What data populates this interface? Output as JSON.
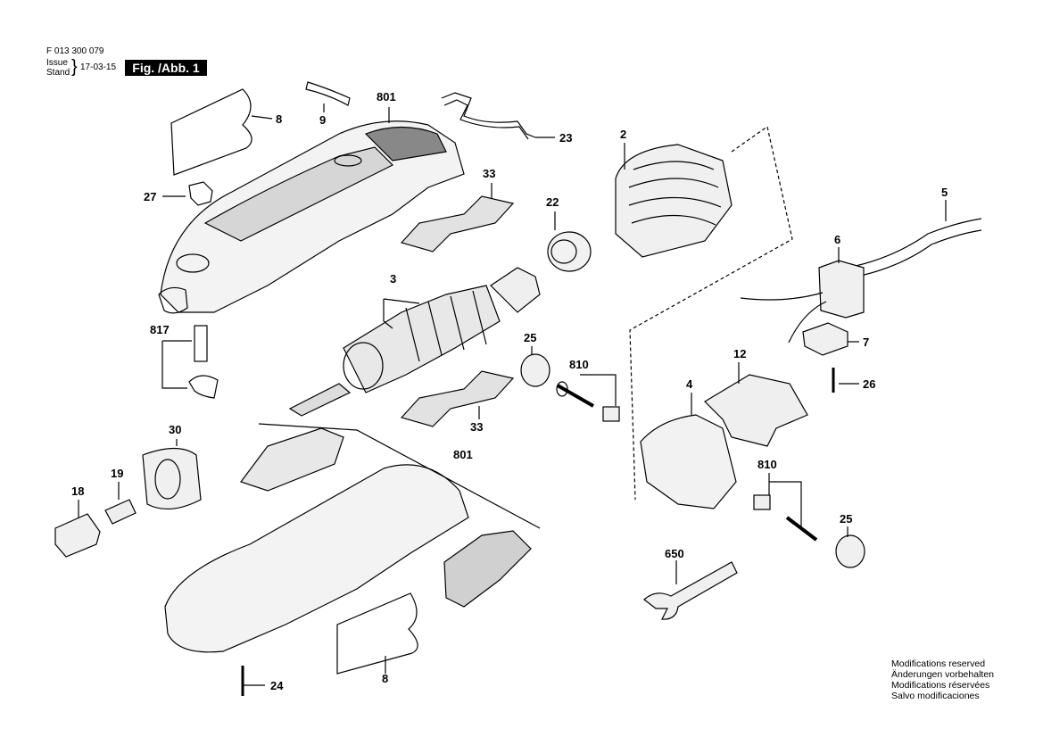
{
  "header": {
    "part_number": "F 013 300 079",
    "issue_label": "Issue",
    "stand_label": "Stand",
    "date": "17-03-15",
    "figure": "Fig. /Abb. 1"
  },
  "notes": [
    "Modifications reserved",
    "Änderungen vorbehalten",
    "Modifications réservées",
    "Salvo modificaciones"
  ],
  "callouts": {
    "c8a": "8",
    "c9": "9",
    "c801a": "801",
    "c23": "23",
    "c27": "27",
    "c33a": "33",
    "c22": "22",
    "c2": "2",
    "c5": "5",
    "c6": "6",
    "c3": "3",
    "c817": "817",
    "c25a": "25",
    "c810a": "810",
    "c12": "12",
    "c7": "7",
    "c4": "4",
    "c26": "26",
    "c33b": "33",
    "c30": "30",
    "c801b": "801",
    "c19": "19",
    "c18": "18",
    "c810b": "810",
    "c25b": "25",
    "c650": "650",
    "c8b": "8",
    "c24": "24"
  }
}
